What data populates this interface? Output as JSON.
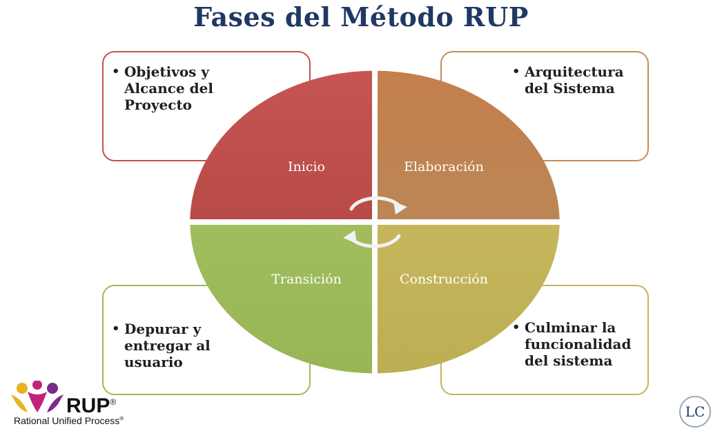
{
  "title": "Fases del Método RUP",
  "phases": [
    {
      "name": "Inicio",
      "color": "#c0504d",
      "note": "Objetivos y\nAlcance del\nProyecto"
    },
    {
      "name": "Elaboración",
      "color": "#c0814f",
      "note": "Arquitectura\ndel Sistema"
    },
    {
      "name": "Transición",
      "color": "#9bbb59",
      "note": "Depurar y\nentregar al\nusuario"
    },
    {
      "name": "Construcción",
      "color": "#c5b35a",
      "note": "Culminar la\nfuncionalidad\ndel sistema"
    }
  ],
  "logo": {
    "name": "RUP",
    "trademark": "®",
    "subtitle": "Rational Unified Process",
    "subtitle_mark": "®"
  },
  "badge": "LC"
}
